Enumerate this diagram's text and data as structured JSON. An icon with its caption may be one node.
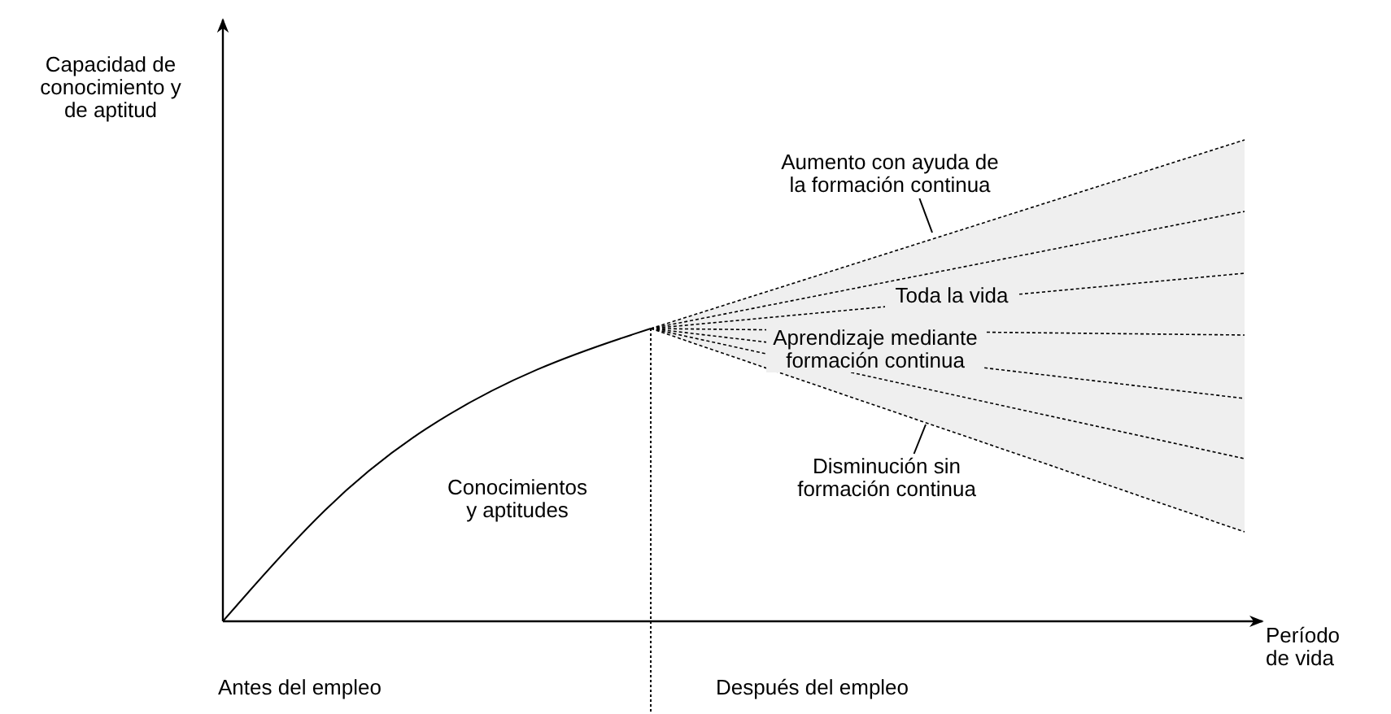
{
  "diagram": {
    "nodes": [
      {
        "text": [
          "Aumento con ayuda de la formación continua"
        ]
      },
      {
        "text": [
          "Disminución sin formación continua"
        ]
      }
    ],
    "edges": [
      {
        "from": 0,
        "to": null,
        "arrow": "none"
      },
      {
        "from": 1,
        "to": null,
        "arrow": "none"
      }
    ],
    "labels": [
      "Capacidad de conocimiento y de aptitud",
      "Toda la vida",
      "Aprendizaje mediante formación continua",
      "Conocimientos y aptitudes",
      "Período de vida",
      "Antes del empleo",
      "Después del empleo"
    ]
  }
}
